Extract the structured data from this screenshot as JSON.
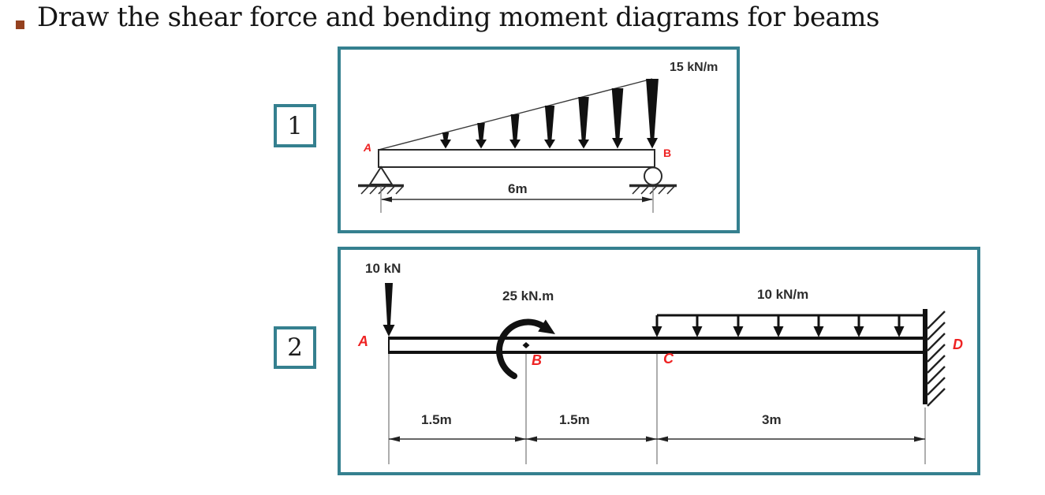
{
  "title": {
    "text": "Draw the shear force and bending moment diagrams for beams"
  },
  "colors": {
    "box_border_teal": "#35808F",
    "node_label_red": "#EE2222",
    "diagram_ink": "#1E1E1E",
    "dimension_text": "#2D2D2D",
    "bullet_brown": "#94411F"
  },
  "figures": [
    {
      "number": "1",
      "labels": {
        "load": "15 kN/m",
        "left_node": "A",
        "right_node": "B",
        "span": "6m"
      }
    },
    {
      "number": "2",
      "labels": {
        "point_load": "10 kN",
        "moment": "25 kN.m",
        "udl": "10 kN/m",
        "node_a": "A",
        "node_b": "B",
        "node_c": "C",
        "node_d": "D",
        "dim_ab": "1.5m",
        "dim_bc": "1.5m",
        "dim_cd": "3m"
      }
    }
  ]
}
